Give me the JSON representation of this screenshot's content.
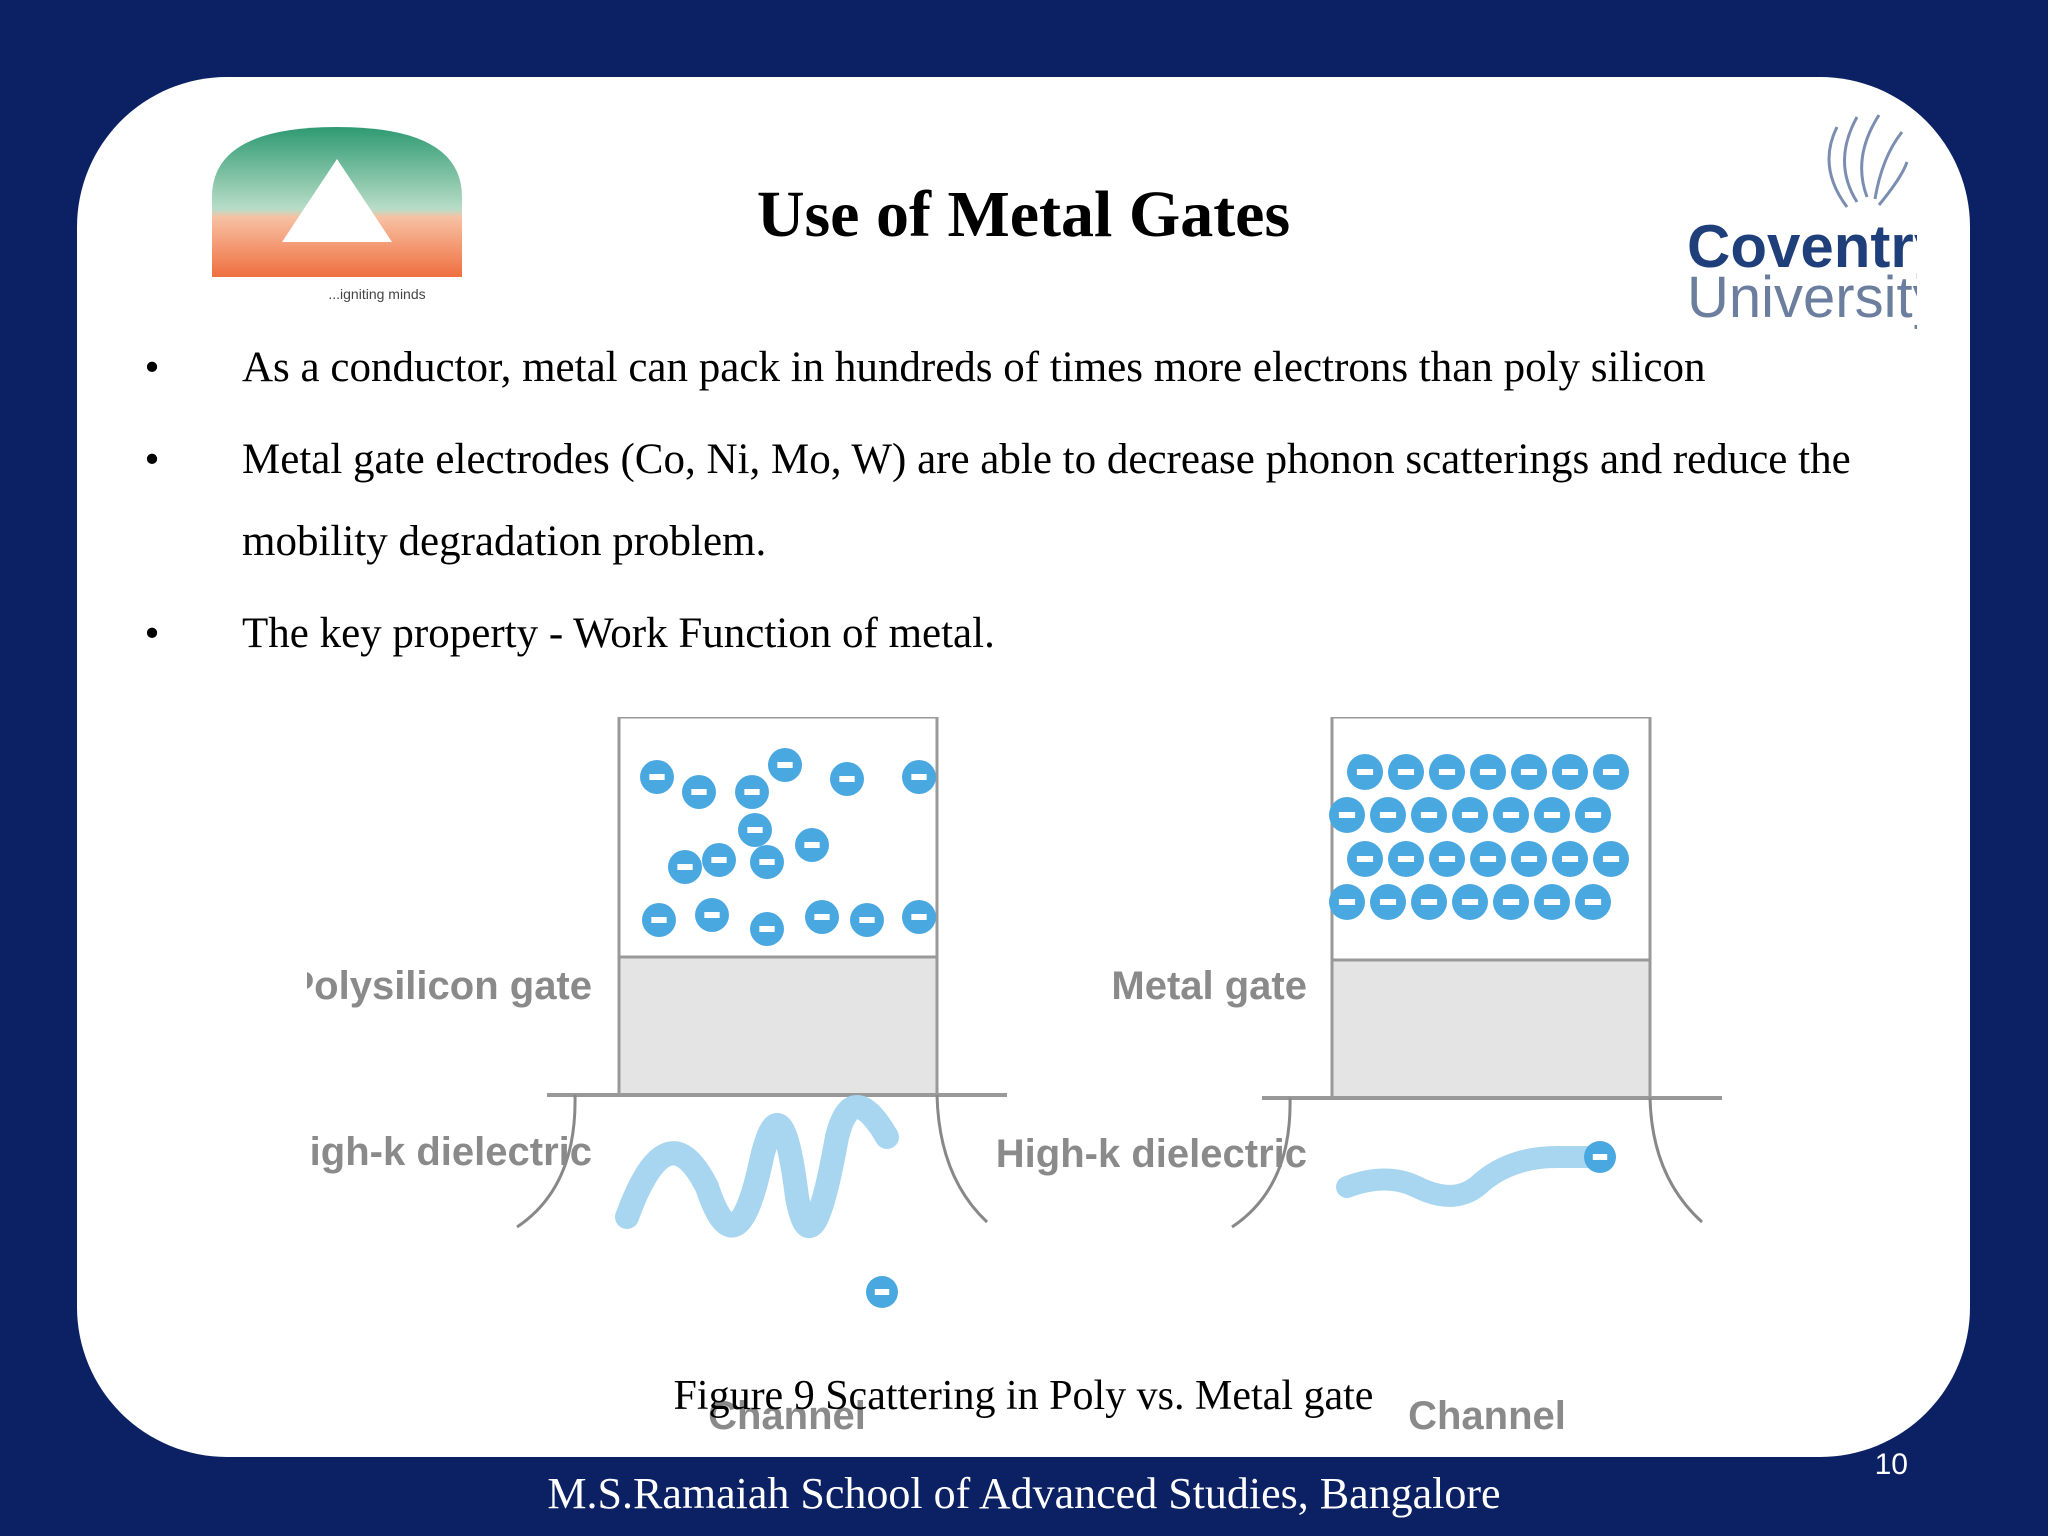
{
  "slide": {
    "title": "Use of Metal Gates",
    "bullets": [
      "As a conductor, metal can pack in hundreds of times more electrons than poly silicon",
      "Metal gate electrodes (Co, Ni, Mo, W) are able to decrease phonon scatterings and reduce the mobility degradation problem.",
      "The key property - Work Function of metal."
    ],
    "bullet_symbol": "•",
    "figure_caption": "Figure 9 Scattering in Poly vs. Metal gate",
    "page_number": "10",
    "footer": "M.S.Ramaiah School of Advanced Studies, Bangalore"
  },
  "logos": {
    "left_tagline": "...igniting minds",
    "right_line1": "Coventry",
    "right_line2": "University"
  },
  "figure": {
    "left_gate_label": "Polysilicon gate",
    "left_dielectric_label": "High-k dielectric",
    "left_channel_label": "Channel",
    "right_gate_label": "Metal gate",
    "right_dielectric_label": "High-k dielectric",
    "right_channel_label": "Channel",
    "electron_symbol": "−"
  },
  "colors": {
    "background": "#0b2163",
    "electron": "#4aa8e0",
    "coventry": "#1f3f7a",
    "logo_green": "#3aa77a",
    "logo_orange": "#f07a4a"
  }
}
